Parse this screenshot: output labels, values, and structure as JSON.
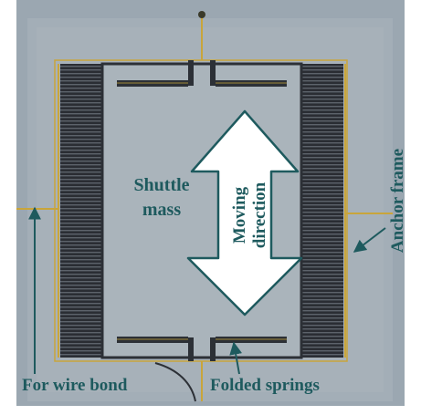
{
  "figure": {
    "labels": {
      "shuttle_line1": "Shuttle",
      "shuttle_line2": "mass",
      "moving_line1": "Moving",
      "moving_line2": "direction",
      "anchor_frame": "Anchor frame",
      "wire_bond": "For wire bond",
      "folded_springs": "Folded springs"
    },
    "colors": {
      "label_teal": "#1e5a5e",
      "substrate": "#9aa6b0",
      "mass": "#aab4bb",
      "comb_dark": "#2c3036",
      "gold": "#c9a53a",
      "arrow_fill": "#ffffff",
      "arrow_stroke": "#1e5a5e"
    }
  }
}
